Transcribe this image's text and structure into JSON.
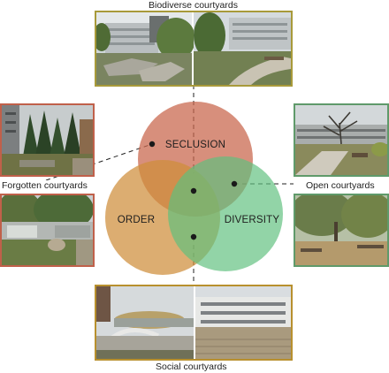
{
  "groups": {
    "biodiverse": {
      "label": "Biodiverse courtyards",
      "border_color": "#a89a3a"
    },
    "forgotten": {
      "label": "Forgotten courtyards",
      "border_color": "#c0604a"
    },
    "open": {
      "label": "Open courtyards",
      "border_color": "#5f9a6a"
    },
    "social": {
      "label": "Social courtyards",
      "border_color": "#b8902e"
    }
  },
  "venn": {
    "seclusion": {
      "label": "SECLUSION",
      "color": "#c8644a"
    },
    "order": {
      "label": "ORDER",
      "color": "#cf8e3a"
    },
    "diversity": {
      "label": "DIVERSITY",
      "color": "#5fbf7e"
    }
  }
}
